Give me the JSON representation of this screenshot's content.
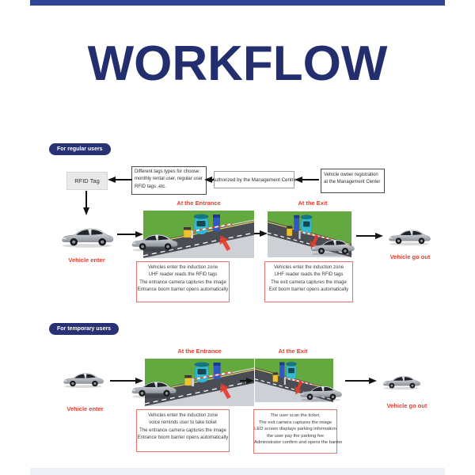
{
  "colors": {
    "top_bar_navy": "#2e4494",
    "title_navy": "#232e6e",
    "pill_navy": "#283173",
    "accent_red": "#e73b2e",
    "step_border_red": "#e3756d",
    "bottom_bar": "#eef0f8",
    "grass_green": "#63a93f",
    "road_gray": "#4a4e54",
    "booth_cyan": "#35b8cc",
    "machine_yellow": "#eec12f",
    "car_silver": "#c7ccd1"
  },
  "header": {
    "title": "WORKFLOW"
  },
  "flow_top": {
    "rfid_tag_label": "RFID Tag",
    "tag_types_lines": [
      "Different tags types for choose:",
      "monthly rental user, regular user",
      "RFID tags .etc."
    ],
    "authorized_label": "Authorized by the Management Centre",
    "registration_lines": [
      "Vehicle owner registration",
      "at the Management Center"
    ]
  },
  "regular": {
    "section_label": "For regular users",
    "entrance_label": "At the Entrance",
    "exit_label": "At the Exit",
    "vehicle_enter_label": "Vehicle enter",
    "vehicle_go_out_label": "Vehicle go out",
    "entrance_steps": [
      "Vehicles enter the induction zone",
      "UHF reader reads the RFID tags",
      "The entrance camera captures the image",
      "Entrance boom barrier opens automatically"
    ],
    "exit_steps": [
      "Vehicles enter the induction zone",
      "UHF reader reads the RFID tags",
      "The exit camera captures the image",
      "Exit boom barrier opens automatically"
    ]
  },
  "temporary": {
    "section_label": "For temporary users",
    "entrance_label": "At the Entrance",
    "exit_label": "At the Exit",
    "vehicle_enter_label": "Vehicle enter",
    "vehicle_go_out_label": "Vehicle go out",
    "entrance_steps": [
      "Vehicles enter the induction zone",
      "voice reminds user to take ticket",
      "The entrance camera captures the image",
      "Entrance boom barrier opens automatically"
    ],
    "exit_steps": [
      "The user scan the ticket,",
      "The exit camera captures the image",
      "LED screen displays parking information",
      "the user pay the parking fee",
      "Administrator confirm and opens the barrier"
    ]
  }
}
